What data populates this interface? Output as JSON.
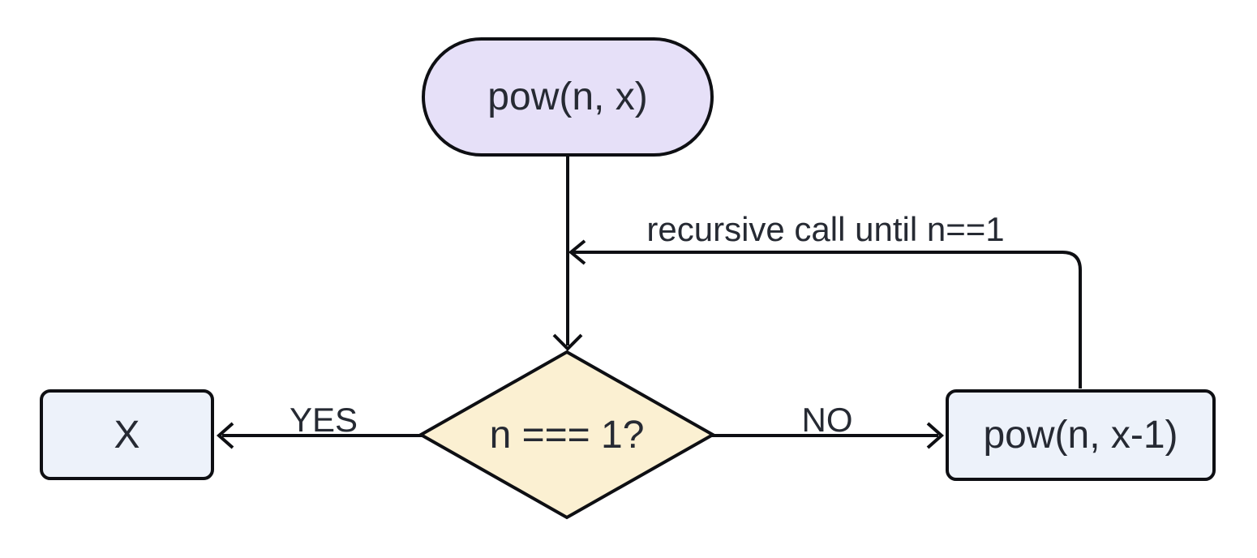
{
  "diagram": {
    "type": "flowchart",
    "description": "Recursive pow flowchart: pow(n, x) flows into decision n === 1?; YES returns X, NO calls pow(n, x-1) which loops back (recursive call until n==1)",
    "nodes": {
      "start": {
        "shape": "stadium",
        "label": "pow(n, x)",
        "fill": "#e6e0f8"
      },
      "decision": {
        "shape": "diamond",
        "label": "n === 1?",
        "fill": "#fbf0d2"
      },
      "base_case": {
        "shape": "rounded-rect",
        "label": "X",
        "fill": "#edf2fa"
      },
      "recursive_case": {
        "shape": "rounded-rect",
        "label": "pow(n, x-1)",
        "fill": "#edf2fa"
      }
    },
    "edges": {
      "start_to_decision": {
        "from": "start",
        "to": "decision",
        "label": ""
      },
      "decision_to_base": {
        "from": "decision",
        "to": "base_case",
        "label": "YES"
      },
      "decision_to_recursive": {
        "from": "decision",
        "to": "recursive_case",
        "label": "NO"
      },
      "recursive_loop": {
        "from": "recursive_case",
        "to": "start_to_decision",
        "label": "recursive call until n==1"
      }
    },
    "colors": {
      "background": "#ffffff",
      "stroke": "#0e0f13",
      "text": "#262a33",
      "start_fill": "#e6e0f8",
      "decision_fill": "#fbf0d2",
      "process_fill": "#edf2fa"
    }
  }
}
